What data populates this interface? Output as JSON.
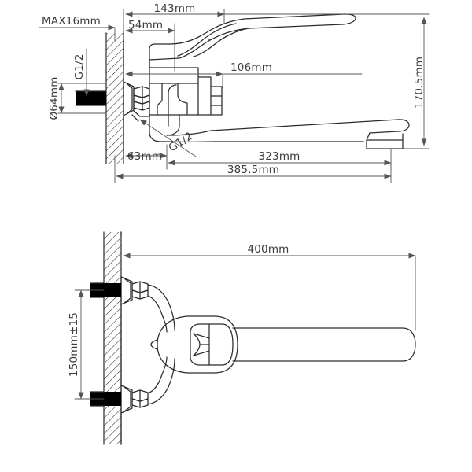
{
  "drawing": {
    "title": "Wall-mounted long-spout mixer tap dimensional drawing",
    "background_color": "#ffffff",
    "line_color": "#2b2b2b",
    "dim_line_color": "#555555",
    "text_color": "#3c3c3c",
    "fill_block_color": "#000000"
  },
  "views": {
    "top": {
      "name": "side-elevation-view",
      "description": "Side elevation of wall mounted mixer with long swivel spout"
    },
    "bottom": {
      "name": "front-elevation-view",
      "description": "Front elevation showing both wall connections and lever handle"
    }
  },
  "dimensions": {
    "max_wall": "MAX16mm",
    "thread_upper": "G1/2",
    "thread_lower": "G1/2",
    "flange_diameter": "Ø64mm",
    "spout_offset": "54mm",
    "body_height": "143mm",
    "body_depth": "106mm",
    "wall_to_body": "63mm",
    "spout_length": "323mm",
    "total_reach": "385.5mm",
    "vertical_height": "170.5mm",
    "front_total_length": "400mm",
    "inlet_spacing": "150mm±15"
  }
}
